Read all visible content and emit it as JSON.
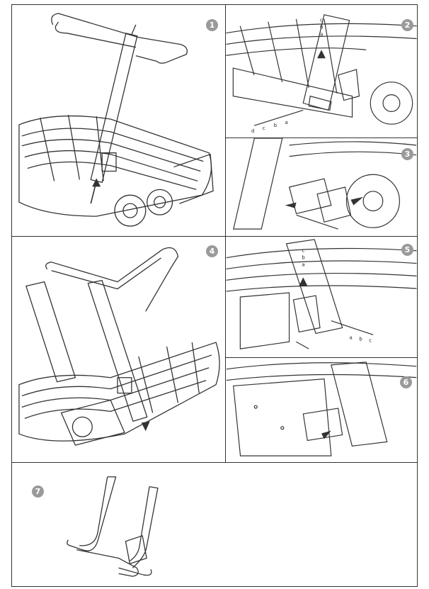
{
  "steps": [
    {
      "number": "1"
    },
    {
      "number": "2",
      "labels": {
        "column": [
          "c",
          "b",
          "a"
        ],
        "row": [
          "d",
          "c",
          "b",
          "a"
        ]
      }
    },
    {
      "number": "3"
    },
    {
      "number": "4"
    },
    {
      "number": "5",
      "labels": {
        "column": [
          "c",
          "b",
          "a"
        ],
        "row": [
          "a",
          "b",
          "c"
        ]
      }
    },
    {
      "number": "6"
    },
    {
      "number": "7"
    }
  ],
  "colors": {
    "badge": "#9a9a9a",
    "line": "#333333",
    "border": "#333333"
  }
}
